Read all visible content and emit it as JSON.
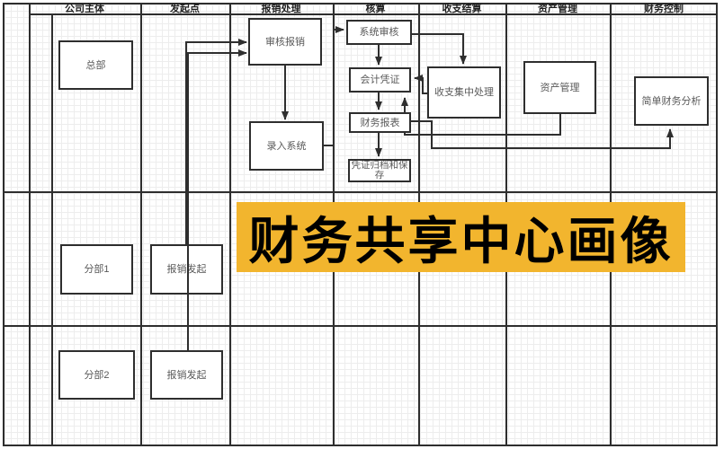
{
  "header": {
    "columns": [
      {
        "label": "公司主体"
      },
      {
        "label": "发起点"
      },
      {
        "label": "报销处理"
      },
      {
        "label": "核算"
      },
      {
        "label": "收支结算"
      },
      {
        "label": "资产管理"
      },
      {
        "label": "财务控制"
      }
    ]
  },
  "nodes": {
    "hq": {
      "label": "总部"
    },
    "review": {
      "label": "审核报销"
    },
    "entry": {
      "label": "录入系统"
    },
    "sys_audit": {
      "label": "系统审核"
    },
    "voucher": {
      "label": "会计凭证"
    },
    "report": {
      "label": "财务报表"
    },
    "archive": {
      "label": "凭证归档和保存"
    },
    "settle": {
      "label": "收支集中处理"
    },
    "asset": {
      "label": "资产管理"
    },
    "analysis": {
      "label": "简单财务分析"
    },
    "branch1": {
      "label": "分部1"
    },
    "branch1_initiate": {
      "label": "报销发起"
    },
    "bran2_label_note": null,
    "branch2": {
      "label": "分部2"
    },
    "branch2_initiate": {
      "label": "报销发起"
    }
  },
  "edges": [
    {
      "from": "报销发起(分部1)",
      "to": "审核报销"
    },
    {
      "from": "报销发起(分部2)",
      "to": "审核报销"
    },
    {
      "from": "审核报销",
      "to": "录入系统"
    },
    {
      "from": "录入系统",
      "to": "系统审核"
    },
    {
      "from": "系统审核",
      "to": "会计凭证"
    },
    {
      "from": "系统审核",
      "to": "收支集中处理"
    },
    {
      "from": "收支集中处理",
      "to": "会计凭证"
    },
    {
      "from": "会计凭证",
      "to": "财务报表"
    },
    {
      "from": "财务报表",
      "to": "凭证归档和保存"
    },
    {
      "from": "资产管理",
      "to": "会计凭证"
    },
    {
      "from": "财务报表",
      "to": "简单财务分析"
    }
  ],
  "banner": {
    "text": "财务共享中心画像"
  },
  "colors": {
    "line": "#2e2e2e",
    "box_border": "#2e2e2e",
    "box_text": "#595959",
    "header_text": "#1f1f1f",
    "banner_bg": "#F2B52E",
    "banner_text": "#000000",
    "grid": "#ededed"
  }
}
